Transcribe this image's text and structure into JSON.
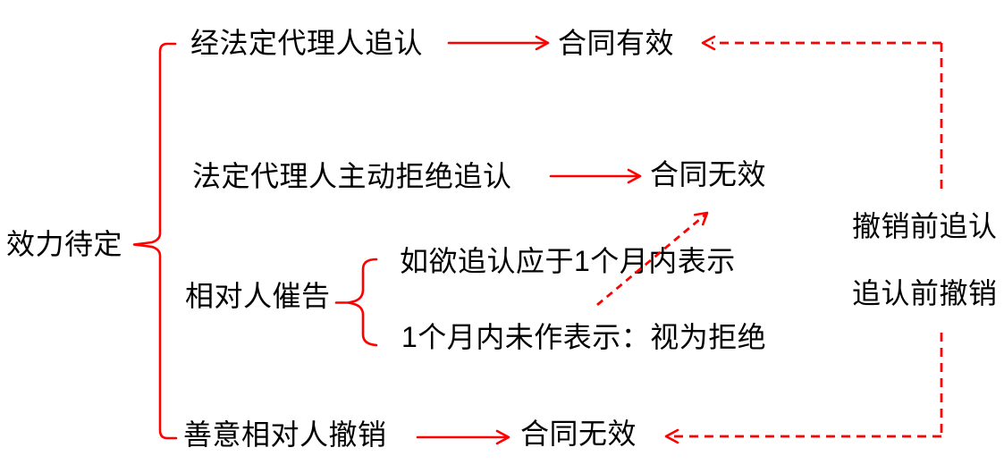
{
  "diagram": {
    "root_label": "效力待定",
    "branches": [
      {
        "label": "经法定代理人追认",
        "result": "合同有效",
        "arrow": "solid-red"
      },
      {
        "label": "法定代理人主动拒绝追认",
        "result": "合同无效",
        "arrow": "solid-red"
      },
      {
        "label": "相对人催告",
        "sub_items": [
          {
            "label": "如欲追认应于1个月内表示"
          },
          {
            "label": "1个月内未作表示：视为拒绝"
          }
        ]
      },
      {
        "label": "善意相对人撤销",
        "result": "合同无效",
        "arrow": "solid-red"
      }
    ],
    "annotations": [
      {
        "label": "撤销前追认"
      },
      {
        "label": "追认前撤销"
      }
    ],
    "connectors": {
      "dashed_loop": "合同有效/合同无效 ↔ 撤销前追认·追认前撤销",
      "dashed_diagonal": "如欲追认应于1个月内表示 → 合同无效"
    },
    "colors": {
      "accent_red": "#ff0000",
      "text_black": "#000000",
      "background": "#ffffff"
    }
  }
}
